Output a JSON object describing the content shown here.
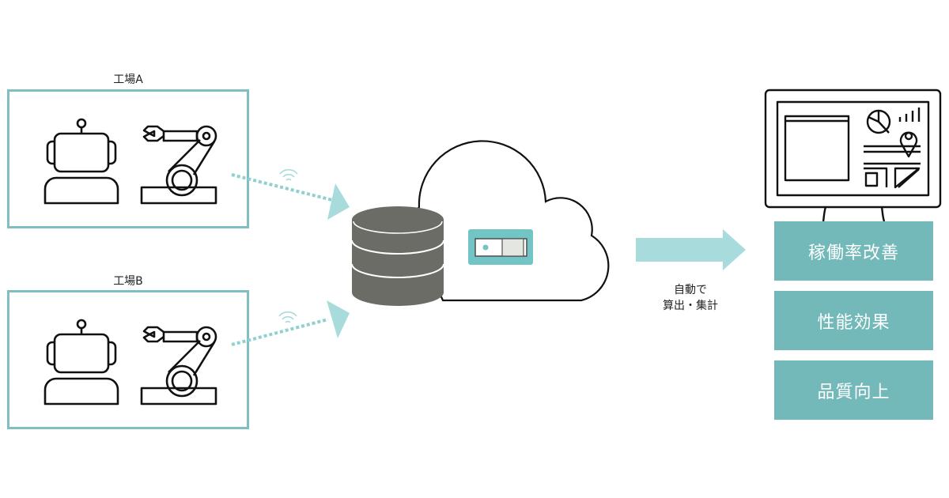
{
  "factories": [
    {
      "label": "工場A"
    },
    {
      "label": "工場B"
    }
  ],
  "process": {
    "caption_line1": "自動で",
    "caption_line2": "算出・集計"
  },
  "results": [
    {
      "label": "稼働率改善"
    },
    {
      "label": "性能効果"
    },
    {
      "label": "品質向上"
    }
  ],
  "colors": {
    "accent": "#73b9b9",
    "arrow": "#a8dcdc",
    "frame": "#7fbfbf",
    "database": "#6b6c66",
    "outline": "#111111"
  }
}
